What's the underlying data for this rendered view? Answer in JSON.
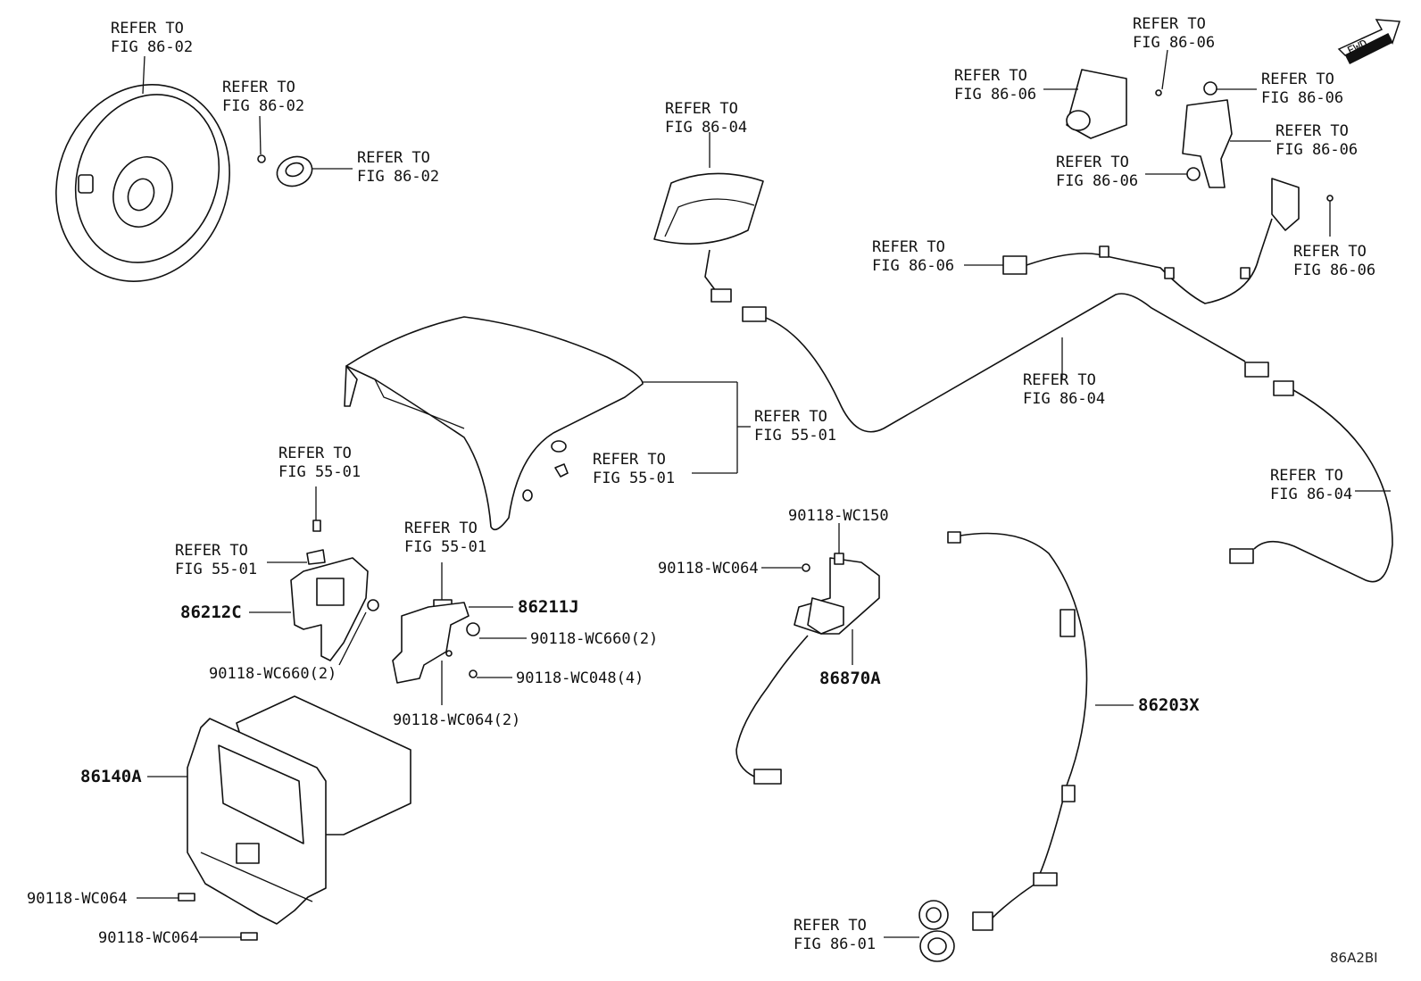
{
  "diagram_id": "86A2BI",
  "fwd_badge": "FWD",
  "refer_to": {
    "speaker": [
      "REFER TO",
      "FIG 86-02"
    ],
    "tweeter_screw": [
      "REFER TO",
      "FIG 86-02"
    ],
    "tweeter": [
      "REFER TO",
      "FIG 86-02"
    ],
    "antenna": [
      "REFER TO",
      "FIG 86-04"
    ],
    "cam_screw_top": [
      "REFER TO",
      "FIG 86-06"
    ],
    "camera": [
      "REFER TO",
      "FIG 86-06"
    ],
    "cam_nut_top": [
      "REFER TO",
      "FIG 86-06"
    ],
    "cam_bracket": [
      "REFER TO",
      "FIG 86-06"
    ],
    "cam_nut_low": [
      "REFER TO",
      "FIG 86-06"
    ],
    "cam_screw_right": [
      "REFER TO",
      "FIG 86-06"
    ],
    "cam_harness": [
      "REFER TO",
      "FIG 86-06"
    ],
    "antenna_cable": [
      "REFER TO",
      "FIG 86-04"
    ],
    "antenna_cable_end": [
      "REFER TO",
      "FIG 86-04"
    ],
    "cover": [
      "REFER TO",
      "FIG 55-01"
    ],
    "cover_clip": [
      "REFER TO",
      "FIG 55-01"
    ],
    "bracket_screw": [
      "REFER TO",
      "FIG 55-01"
    ],
    "bracket_clip": [
      "REFER TO",
      "FIG 55-01"
    ],
    "bracket_j_clip": [
      "REFER TO",
      "FIG 55-01"
    ],
    "usb": [
      "REFER TO",
      "FIG 86-01"
    ]
  },
  "parts": {
    "bracket_left": "86212C",
    "bracket_right": "86211J",
    "head_unit": "86140A",
    "module": "86870A",
    "usb_harness": "86203X",
    "nut_left": "90118-WC660(2)",
    "nut_right": "90118-WC660(2)",
    "screw_bracket": "90118-WC064(2)",
    "bolt_bracket": "90118-WC048(4)",
    "module_screw_top": "90118-WC150",
    "module_screw_left": "90118-WC064",
    "head_screw_1": "90118-WC064",
    "head_screw_2": "90118-WC064"
  }
}
